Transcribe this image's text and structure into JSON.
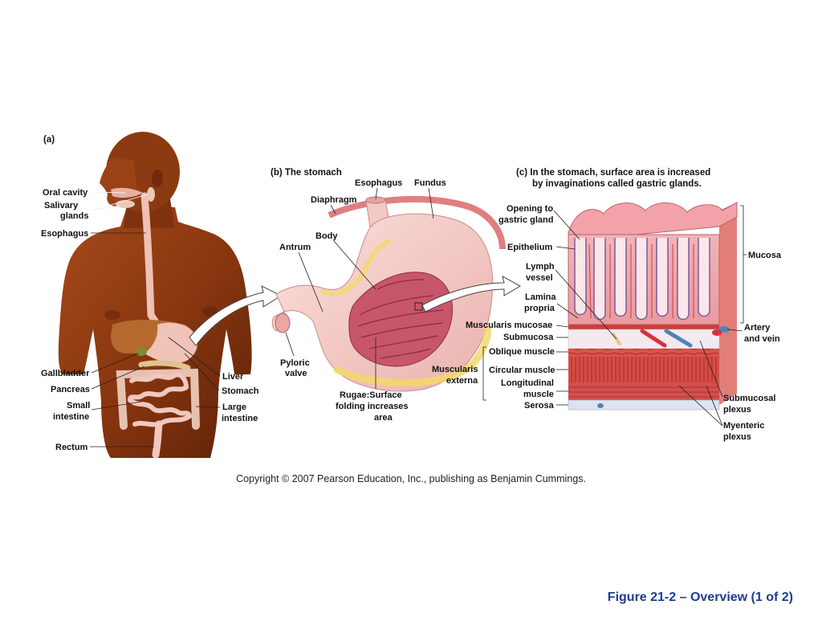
{
  "figure": {
    "panel_a": {
      "tag": "(a)",
      "labels": {
        "oral_cavity": "Oral cavity",
        "salivary_1": "Salivary",
        "salivary_2": "glands",
        "esophagus": "Esophagus",
        "gallbladder": "Gallbladder",
        "pancreas": "Pancreas",
        "small_1": "Small",
        "small_2": "intestine",
        "rectum": "Rectum",
        "liver": "Liver",
        "stomach": "Stomach",
        "large_1": "Large",
        "large_2": "intestine"
      }
    },
    "panel_b": {
      "title": "(b) The stomach",
      "labels": {
        "esophagus": "Esophagus",
        "fundus": "Fundus",
        "diaphragm": "Diaphragm",
        "body": "Body",
        "antrum": "Antrum",
        "pyloric_1": "Pyloric",
        "pyloric_2": "valve",
        "rugae_1": "Rugae:Surface",
        "rugae_2": "folding increases",
        "rugae_3": "area"
      }
    },
    "panel_c": {
      "title_1": "(c) In the stomach, surface area is increased",
      "title_2": "by invaginations called gastric glands.",
      "labels": {
        "opening_1": "Opening to",
        "opening_2": "gastric gland",
        "epithelium": "Epithelium",
        "lymph_1": "Lymph",
        "lymph_2": "vessel",
        "lamina_1": "Lamina",
        "lamina_2": "propria",
        "muscularis_mucosae": "Muscularis mucosae",
        "submucosa": "Submucosa",
        "oblique": "Oblique muscle",
        "muscularis_ext_1": "Muscularis",
        "muscularis_ext_2": "externa",
        "circular": "Circular muscle",
        "longitudinal_1": "Longitudinal",
        "longitudinal_2": "muscle",
        "serosa": "Serosa",
        "mucosa": "Mucosa",
        "artery_1": "Artery",
        "artery_2": "and vein",
        "submucosal_1": "Submucosal",
        "submucosal_2": "plexus",
        "myenteric_1": "Myenteric",
        "myenteric_2": "plexus"
      }
    }
  },
  "copyright": "Copyright © 2007 Pearson Education, Inc., publishing as Benjamin Cummings.",
  "caption": "Figure 21-2 – Overview (1 of 2)",
  "colors": {
    "skin": "#8a3b12",
    "stomach": "#f2c4c0",
    "mucosa_pink": "#f0a6ab",
    "muscle_red": "#cf3f3a",
    "caption_blue": "#1f3c8f"
  }
}
